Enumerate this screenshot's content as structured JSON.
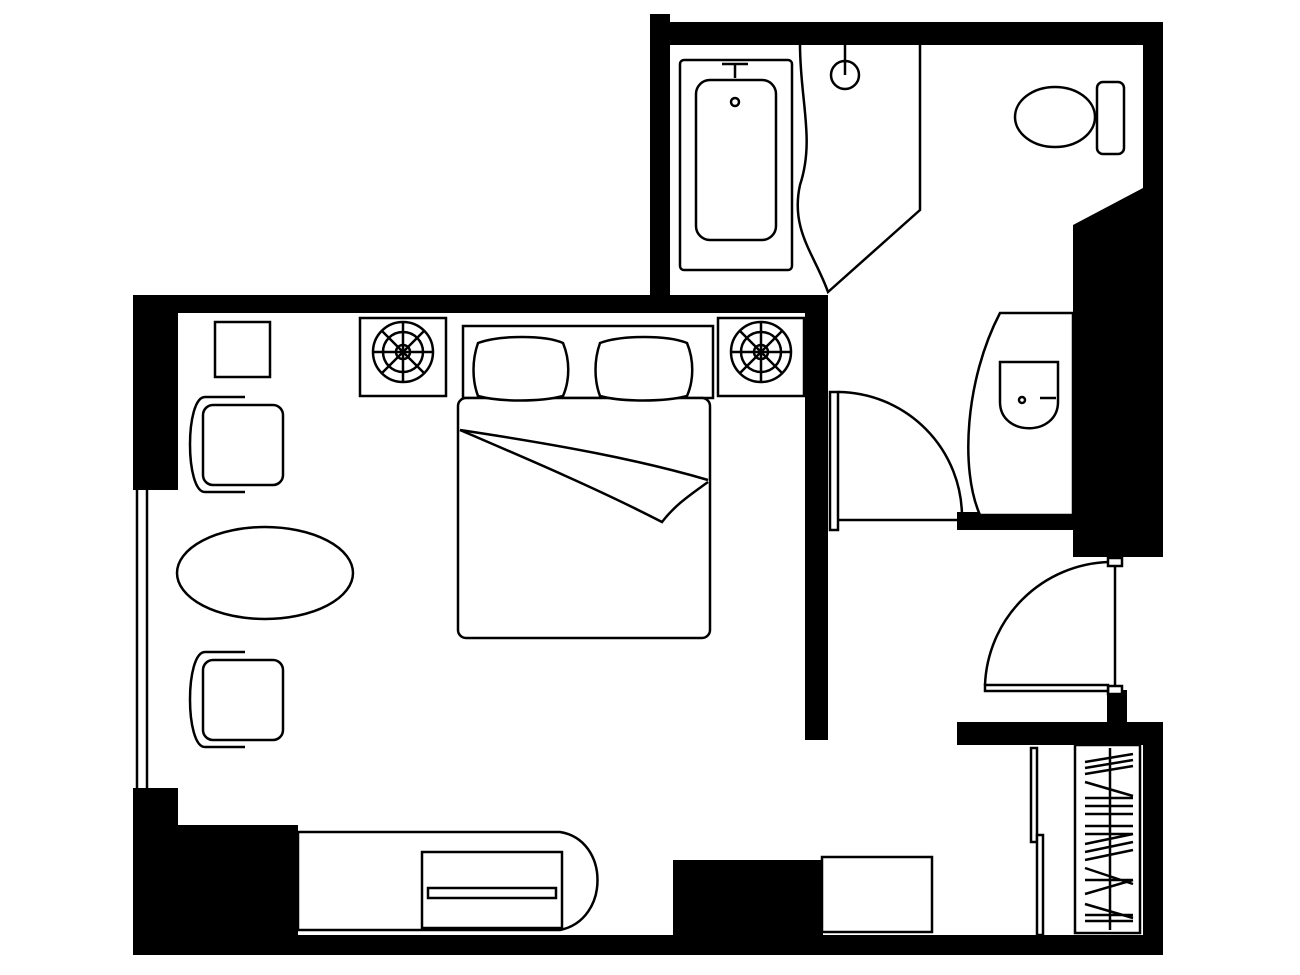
{
  "colors": {
    "wall": "#000000",
    "background": "#ffffff"
  },
  "rooms": [
    "bedroom",
    "bathroom",
    "entry",
    "closet"
  ],
  "furniture": [
    "double-bed",
    "pillow",
    "pillow",
    "nightstand",
    "nightstand",
    "armchair",
    "armchair",
    "oval-table",
    "side-table",
    "desk",
    "drawer",
    "cabinet",
    "bathtub",
    "shower-head",
    "toilet",
    "sink",
    "wardrobe"
  ]
}
